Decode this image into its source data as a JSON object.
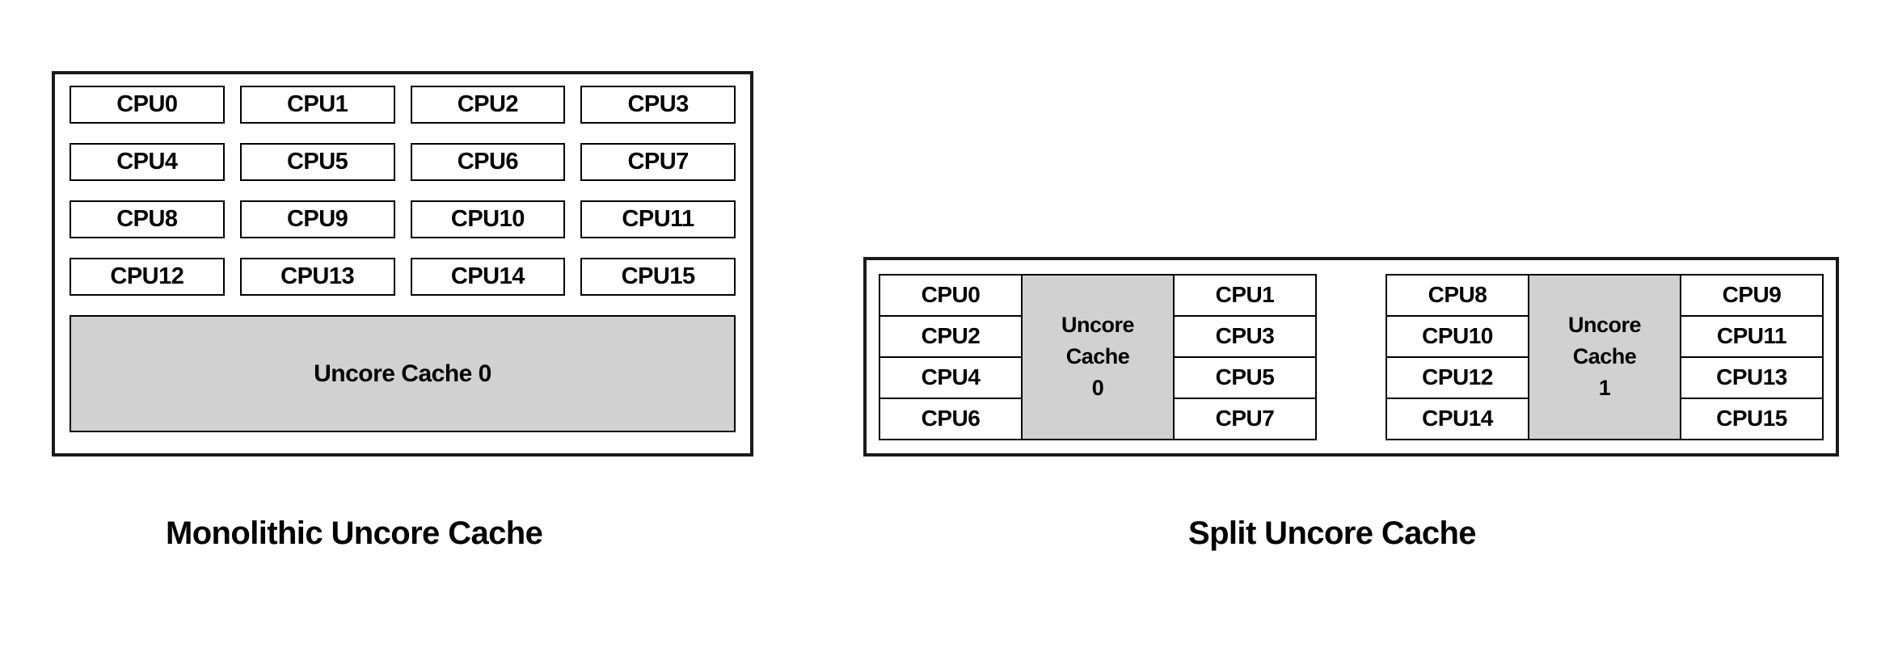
{
  "diagrams": [
    {
      "id": "monolithic",
      "caption": "Monolithic Uncore Cache",
      "type": "monolithic",
      "cpus": [
        "CPU0",
        "CPU1",
        "CPU2",
        "CPU3",
        "CPU4",
        "CPU5",
        "CPU6",
        "CPU7",
        "CPU8",
        "CPU9",
        "CPU10",
        "CPU11",
        "CPU12",
        "CPU13",
        "CPU14",
        "CPU15"
      ],
      "cache": {
        "label": "Uncore Cache 0",
        "index": "0",
        "fill": "#d1d1d1"
      }
    },
    {
      "id": "split",
      "caption": "Split Uncore Cache",
      "type": "split",
      "groups": [
        {
          "left_column": [
            "CPU0",
            "CPU2",
            "CPU4",
            "CPU6"
          ],
          "right_column": [
            "CPU1",
            "CPU3",
            "CPU5",
            "CPU7"
          ],
          "cache": {
            "line1": "Uncore",
            "line2": "Cache",
            "line3": "0",
            "label": "Uncore Cache 0",
            "fill": "#d1d1d1"
          }
        },
        {
          "left_column": [
            "CPU8",
            "CPU10",
            "CPU12",
            "CPU14"
          ],
          "right_column": [
            "CPU9",
            "CPU11",
            "CPU13",
            "CPU15"
          ],
          "cache": {
            "line1": "Uncore",
            "line2": "Cache",
            "line3": "1",
            "label": "Uncore Cache 1",
            "fill": "#d1d1d1"
          }
        }
      ]
    }
  ],
  "style": {
    "background": "#ffffff",
    "border_color": "#1a1a1a",
    "cell_border_color": "#000000",
    "cache_fill": "#d1d1d1",
    "text_color": "#000000"
  }
}
